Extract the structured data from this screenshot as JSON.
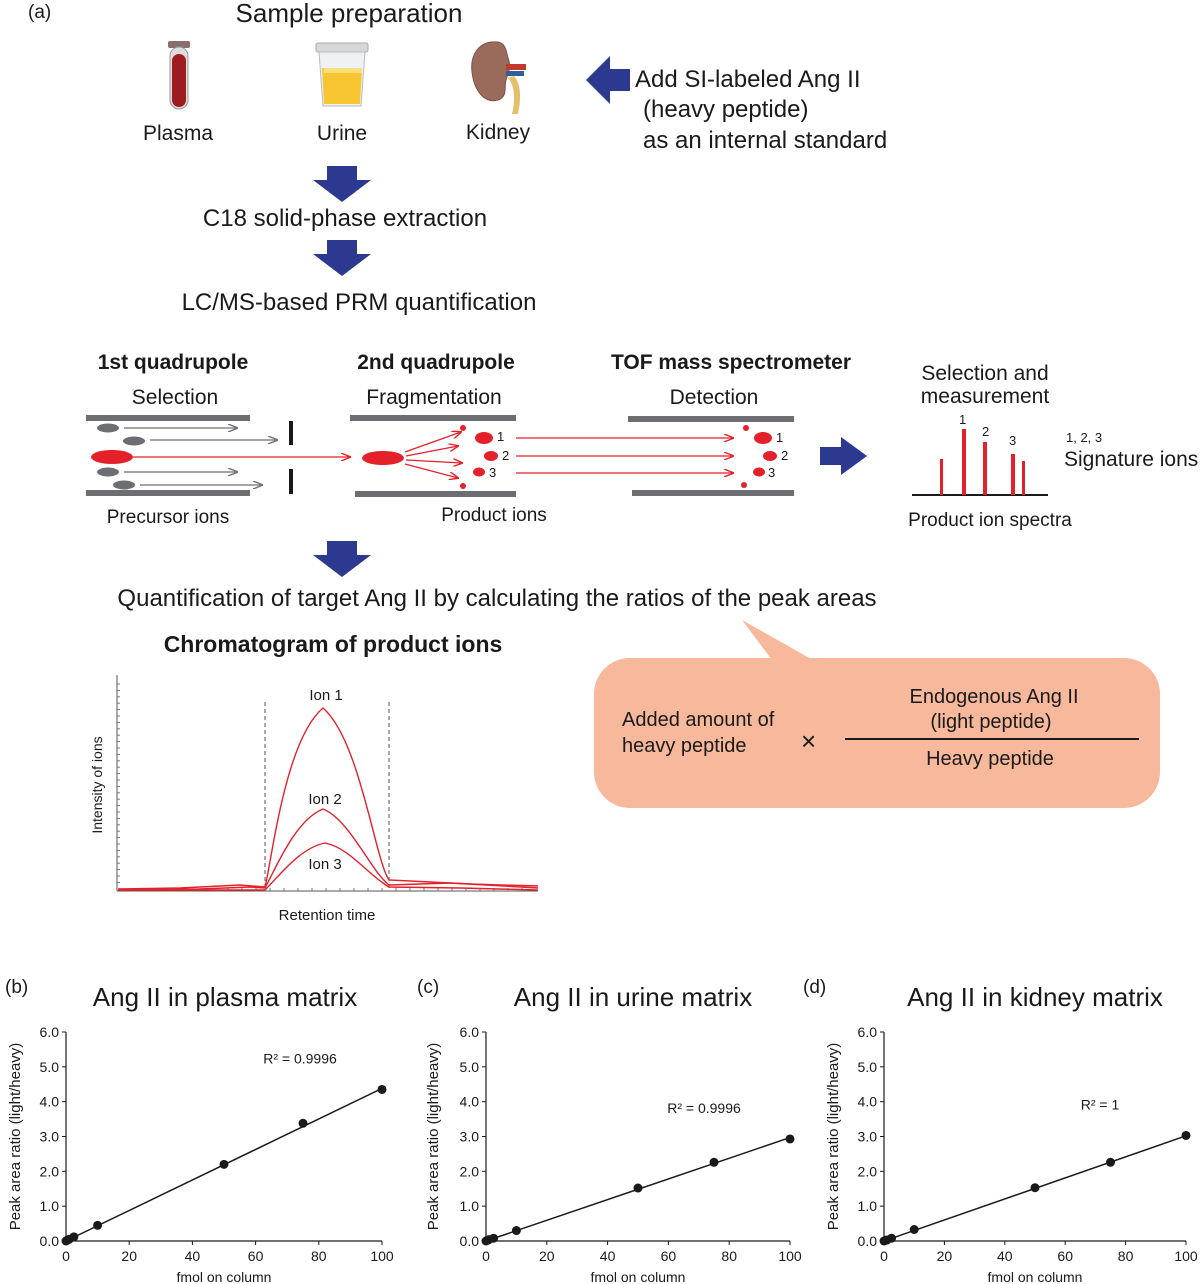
{
  "panel_a": {
    "label": "(a)",
    "title": "Sample preparation",
    "samples": [
      "Plasma",
      "Urine",
      "Kidney"
    ],
    "add_standard": [
      "Add SI-labeled Ang II",
      "(heavy peptide)",
      "as an internal standard"
    ],
    "step1": "C18 solid-phase extraction",
    "step2": "LC/MS-based PRM quantification",
    "stages": [
      {
        "title": "1st quadrupole",
        "sub": "Selection",
        "caption": "Precursor ions"
      },
      {
        "title": "2nd quadrupole",
        "sub": "Fragmentation",
        "caption": "Product ions"
      },
      {
        "title": "TOF mass spectrometer",
        "sub": "Detection",
        "caption": ""
      }
    ],
    "ion_numbers": [
      "1",
      "2",
      "3"
    ],
    "spectra": {
      "title_line1": "Selection and",
      "title_line2": "measurement",
      "peak_labels": [
        "1",
        "2",
        "3"
      ],
      "signature_numbers": "1, 2, 3",
      "signature_label": "Signature ions",
      "caption": "Product ion spectra"
    },
    "quant_text": "Quantification of target Ang II by calculating the ratios of the peak areas",
    "chromatogram": {
      "title": "Chromatogram of product ions",
      "ylabel": "Intensity of ions",
      "xlabel": "Retention time",
      "ion_labels": [
        "Ion 1",
        "Ion 2",
        "Ion 3"
      ]
    },
    "formula": {
      "left_line1": "Added amount of",
      "left_line2": "heavy peptide",
      "times": "×",
      "numerator_line1": "Endogenous Ang II",
      "numerator_line2": "(light peptide)",
      "denominator": "Heavy peptide"
    }
  },
  "chart_data": [
    {
      "panel": "(b)",
      "type": "scatter",
      "title": "Ang II in plasma matrix",
      "xlabel": "fmol on column",
      "ylabel": "Peak area ratio  (light/heavy)",
      "x": [
        0,
        0.5,
        1,
        2.5,
        10,
        50,
        75,
        100
      ],
      "y": [
        0.0,
        0.03,
        0.05,
        0.12,
        0.45,
        2.2,
        3.38,
        4.35
      ],
      "fit": {
        "x": [
          0,
          100
        ],
        "y": [
          0.0,
          4.38
        ]
      },
      "annotation": "R² = 0.9996",
      "xlim": [
        0,
        100
      ],
      "ylim": [
        0,
        6
      ],
      "xticks": [
        "0",
        "20",
        "40",
        "60",
        "80",
        "100"
      ],
      "yticks": [
        "0.0",
        "1.0",
        "2.0",
        "3.0",
        "4.0",
        "5.0",
        "6.0"
      ]
    },
    {
      "panel": "(c)",
      "type": "scatter",
      "title": "Ang II in urine matrix",
      "xlabel": "fmol on column",
      "ylabel": "Peak area ratio  (light/heavy)",
      "x": [
        0,
        0.5,
        1,
        2.5,
        10,
        50,
        75,
        100
      ],
      "y": [
        0.0,
        0.02,
        0.04,
        0.08,
        0.3,
        1.52,
        2.26,
        2.93
      ],
      "fit": {
        "x": [
          0,
          100
        ],
        "y": [
          0.0,
          2.97
        ]
      },
      "annotation": "R² = 0.9996",
      "xlim": [
        0,
        100
      ],
      "ylim": [
        0,
        6
      ],
      "xticks": [
        "0",
        "20",
        "40",
        "60",
        "80",
        "100"
      ],
      "yticks": [
        "0.0",
        "1.0",
        "2.0",
        "3.0",
        "4.0",
        "5.0",
        "6.0"
      ]
    },
    {
      "panel": "(d)",
      "type": "scatter",
      "title": "Ang II in kidney matrix",
      "xlabel": "fmol on column",
      "ylabel": "Peak area ratio  (light/heavy)",
      "x": [
        0,
        0.5,
        1,
        2.5,
        10,
        50,
        75,
        100
      ],
      "y": [
        0.0,
        0.02,
        0.03,
        0.08,
        0.33,
        1.53,
        2.26,
        3.03
      ],
      "fit": {
        "x": [
          0,
          100
        ],
        "y": [
          0.0,
          3.02
        ]
      },
      "annotation": "R² = 1",
      "xlim": [
        0,
        100
      ],
      "ylim": [
        0,
        6
      ],
      "xticks": [
        "0",
        "20",
        "40",
        "60",
        "80",
        "100"
      ],
      "yticks": [
        "0.0",
        "1.0",
        "2.0",
        "3.0",
        "4.0",
        "5.0",
        "6.0"
      ]
    }
  ],
  "colors": {
    "arrow_blue": "#2b3990",
    "ion_red": "#e4202a",
    "plate_grey": "#6d6e71",
    "callout": "#f7b89b"
  }
}
